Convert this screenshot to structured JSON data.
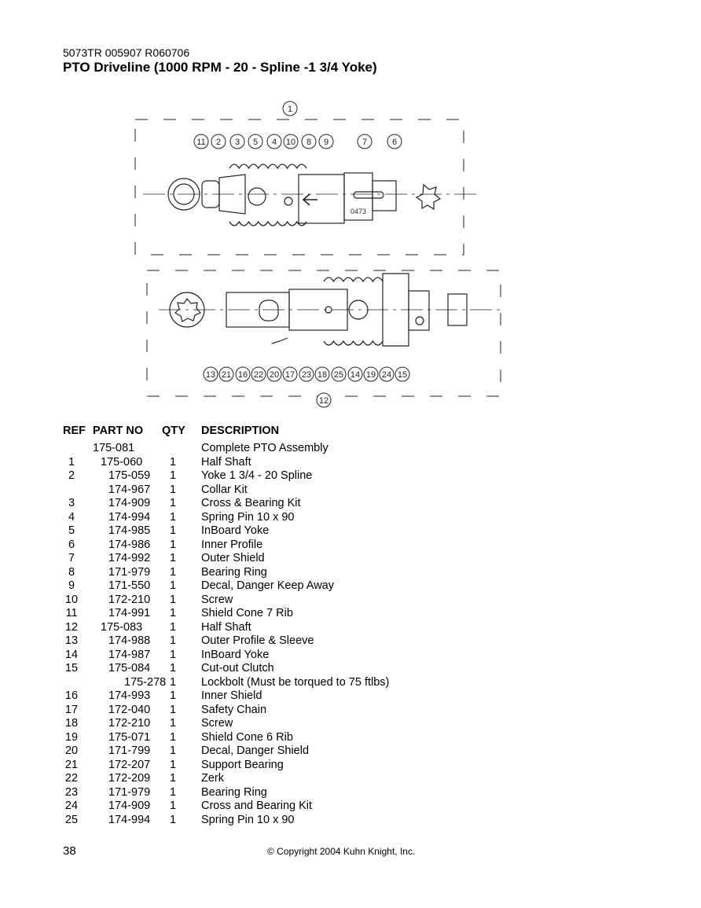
{
  "header": {
    "code": "5073TR 005907 R060706",
    "title": "PTO Driveline (1000 RPM - 20 - Spline -1 3/4 Yoke)"
  },
  "diagram": {
    "callouts_top": [
      "1",
      "11",
      "2",
      "3",
      "5",
      "4",
      "10",
      "8",
      "9",
      "7",
      "6"
    ],
    "callouts_bottom": [
      "13",
      "21",
      "16",
      "22",
      "20",
      "17",
      "23",
      "18",
      "25",
      "14",
      "19",
      "24",
      "15",
      "12"
    ],
    "stamp": "0473"
  },
  "table": {
    "headers": {
      "ref": "REF",
      "part": "PART NO",
      "qty": "QTY",
      "desc": "DESCRIPTION"
    },
    "rows": [
      {
        "ref": "",
        "part": "175-081",
        "qty": "",
        "desc": "Complete PTO Assembly",
        "indent": 0
      },
      {
        "ref": "1",
        "part": "175-060",
        "qty": "1",
        "desc": "Half Shaft",
        "indent": 1
      },
      {
        "ref": "2",
        "part": "175-059",
        "qty": "1",
        "desc": "Yoke  1 3/4 - 20 Spline",
        "indent": 2
      },
      {
        "ref": "",
        "part": "174-967",
        "qty": "1",
        "desc": "Collar Kit",
        "indent": 2
      },
      {
        "ref": "3",
        "part": "174-909",
        "qty": "1",
        "desc": "Cross & Bearing Kit",
        "indent": 2
      },
      {
        "ref": "4",
        "part": "174-994",
        "qty": "1",
        "desc": "Spring Pin 10 x 90",
        "indent": 2
      },
      {
        "ref": "5",
        "part": "174-985",
        "qty": "1",
        "desc": "InBoard Yoke",
        "indent": 2
      },
      {
        "ref": "6",
        "part": "174-986",
        "qty": "1",
        "desc": "Inner Profile",
        "indent": 2
      },
      {
        "ref": "7",
        "part": "174-992",
        "qty": "1",
        "desc": "Outer Shield",
        "indent": 2
      },
      {
        "ref": "8",
        "part": "171-979",
        "qty": "1",
        "desc": "Bearing Ring",
        "indent": 2
      },
      {
        "ref": "9",
        "part": "171-550",
        "qty": "1",
        "desc": "Decal, Danger Keep Away",
        "indent": 2
      },
      {
        "ref": "10",
        "part": "172-210",
        "qty": "1",
        "desc": "Screw",
        "indent": 2
      },
      {
        "ref": "11",
        "part": "174-991",
        "qty": "1",
        "desc": "Shield Cone 7 Rib",
        "indent": 2
      },
      {
        "ref": "12",
        "part": "175-083",
        "qty": "1",
        "desc": "Half Shaft",
        "indent": 1
      },
      {
        "ref": "13",
        "part": "174-988",
        "qty": "1",
        "desc": "Outer Profile & Sleeve",
        "indent": 2
      },
      {
        "ref": "14",
        "part": "174-987",
        "qty": "1",
        "desc": "InBoard Yoke",
        "indent": 2
      },
      {
        "ref": "15",
        "part": "175-084",
        "qty": "1",
        "desc": "Cut-out Clutch",
        "indent": 2
      },
      {
        "ref": "",
        "part": "175-278",
        "qty": "1",
        "desc": "Lockbolt (Must be torqued to 75 ftlbs)",
        "indent": 3
      },
      {
        "ref": "16",
        "part": "174-993",
        "qty": "1",
        "desc": "Inner Shield",
        "indent": 2
      },
      {
        "ref": "17",
        "part": "172-040",
        "qty": "1",
        "desc": "Safety Chain",
        "indent": 2
      },
      {
        "ref": "18",
        "part": "172-210",
        "qty": "1",
        "desc": "Screw",
        "indent": 2
      },
      {
        "ref": "19",
        "part": "175-071",
        "qty": "1",
        "desc": "Shield Cone 6 Rib",
        "indent": 2
      },
      {
        "ref": "20",
        "part": "171-799",
        "qty": "1",
        "desc": "Decal, Danger Shield",
        "indent": 2
      },
      {
        "ref": "21",
        "part": "172-207",
        "qty": "1",
        "desc": "Support Bearing",
        "indent": 2
      },
      {
        "ref": "22",
        "part": "172-209",
        "qty": "1",
        "desc": "Zerk",
        "indent": 2
      },
      {
        "ref": "23",
        "part": "171-979",
        "qty": "1",
        "desc": "Bearing Ring",
        "indent": 2
      },
      {
        "ref": "24",
        "part": "174-909",
        "qty": "1",
        "desc": "Cross and Bearing Kit",
        "indent": 2
      },
      {
        "ref": "25",
        "part": "174-994",
        "qty": "1",
        "desc": "Spring Pin 10 x 90",
        "indent": 2
      }
    ]
  },
  "footer": {
    "page": "38",
    "copyright": "© Copyright 2004 Kuhn Knight, Inc."
  }
}
